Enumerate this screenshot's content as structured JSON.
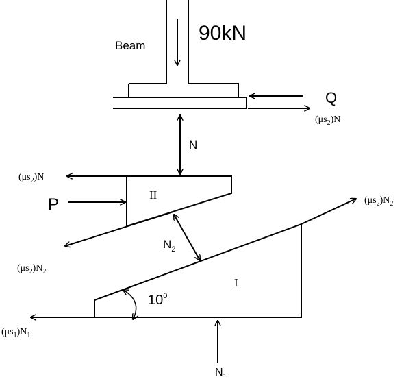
{
  "labels": {
    "beam": "Beam",
    "load": "90kN",
    "Q": "Q",
    "force_top_right": {
      "mu": "(μs",
      "sub": "2",
      "close": ")N"
    },
    "N": "N",
    "force_left_II": {
      "mu": "(μs",
      "sub": "2",
      "close": ")N"
    },
    "P": "P",
    "block_II": "II",
    "force_right_I": {
      "mu": "(μs",
      "sub": "2",
      "close": ")N",
      "sub2": "2"
    },
    "force_left_low": {
      "mu": "(μs",
      "sub": "2",
      "close": ")N",
      "sub2": "2"
    },
    "N2": {
      "main": "N",
      "sub": "2"
    },
    "angle": {
      "main": "10",
      "sup": "0"
    },
    "block_I": "I",
    "force_ground": {
      "mu": "(μs",
      "sub": "1",
      "close": ")N",
      "sub2": "1"
    },
    "N1": {
      "main": "N",
      "sub": "1"
    }
  },
  "colors": {
    "line": "#000000",
    "background": "#ffffff"
  }
}
